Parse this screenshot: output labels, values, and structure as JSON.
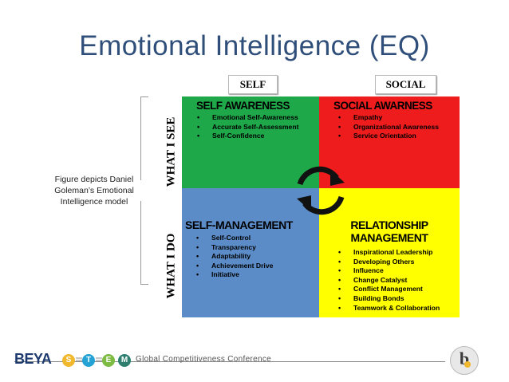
{
  "slide": {
    "title": "Emotional Intelligence (EQ)",
    "caption": "Figure depicts Daniel Goleman’s Emotional Intelligence model"
  },
  "diagram": {
    "columns": [
      "SELF",
      "SOCIAL"
    ],
    "rows": [
      "WHAT I SEE",
      "WHAT I DO"
    ],
    "quadrants": {
      "self_awareness": {
        "title": "SELF AWARENESS",
        "color": "#1fa849",
        "items": [
          "Emotional Self-Awareness",
          "Accurate Self-Assessment",
          "Self-Confidence"
        ]
      },
      "social_awareness": {
        "title": "SOCIAL AWARNESS",
        "color": "#ee1c1c",
        "items": [
          "Empathy",
          "Organizational Awareness",
          "Service Orientation"
        ]
      },
      "self_management": {
        "title": "SELF-MANAGEMENT",
        "color": "#5b8cc8",
        "items": [
          "Self-Control",
          "Transparency",
          "Adaptability",
          "Achievement Drive",
          "Initiative"
        ]
      },
      "relationship_management": {
        "title_line1": "RELATIONSHIP",
        "title_line2": "MANAGEMENT",
        "color": "#ffff00",
        "items": [
          "Inspirational Leadership",
          "Developing Others",
          "Influence",
          "Change Catalyst",
          "Conflict Management",
          "Building Bonds",
          "Teamwork & Collaboration"
        ]
      }
    },
    "cycle_icon": "circular-arrows-icon"
  },
  "footer": {
    "brand": "BEYA",
    "stem_letters": [
      "S",
      "T",
      "E",
      "M"
    ],
    "conference": "Global Competitiveness Conference",
    "logo_letter": "b"
  }
}
